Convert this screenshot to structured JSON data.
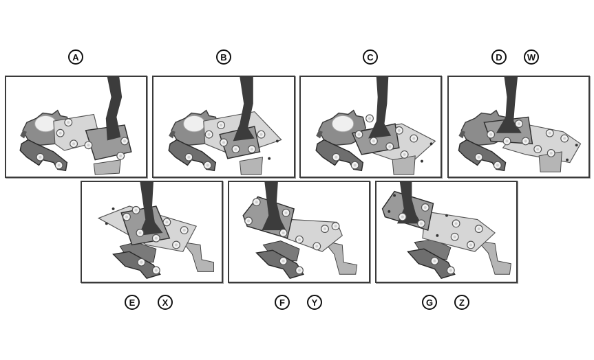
{
  "figure": {
    "description": "Seven views of a bracket/linkage assembly, each panel labelled with circled letters",
    "top_row": [
      {
        "id": "A",
        "labels": [
          "A"
        ],
        "variant": "a"
      },
      {
        "id": "B",
        "labels": [
          "B"
        ],
        "variant": "b"
      },
      {
        "id": "C",
        "labels": [
          "C"
        ],
        "variant": "c"
      },
      {
        "id": "D",
        "labels": [
          "D",
          "W"
        ],
        "variant": "d"
      }
    ],
    "bottom_row": [
      {
        "id": "E",
        "labels": [
          "E",
          "X"
        ],
        "variant": "e"
      },
      {
        "id": "F",
        "labels": [
          "F",
          "Y"
        ],
        "variant": "f"
      },
      {
        "id": "G",
        "labels": [
          "G",
          "Z"
        ],
        "variant": "g"
      }
    ]
  },
  "colors": {
    "panel_border": "#3a3a3a",
    "label_stroke": "#111111",
    "part_dark": "#3c3c3c",
    "part_mid": "#8a8a8a",
    "part_light": "#c8c8c8",
    "part_plate": "#d6d6d6",
    "bolt": "#f2f2f2"
  }
}
